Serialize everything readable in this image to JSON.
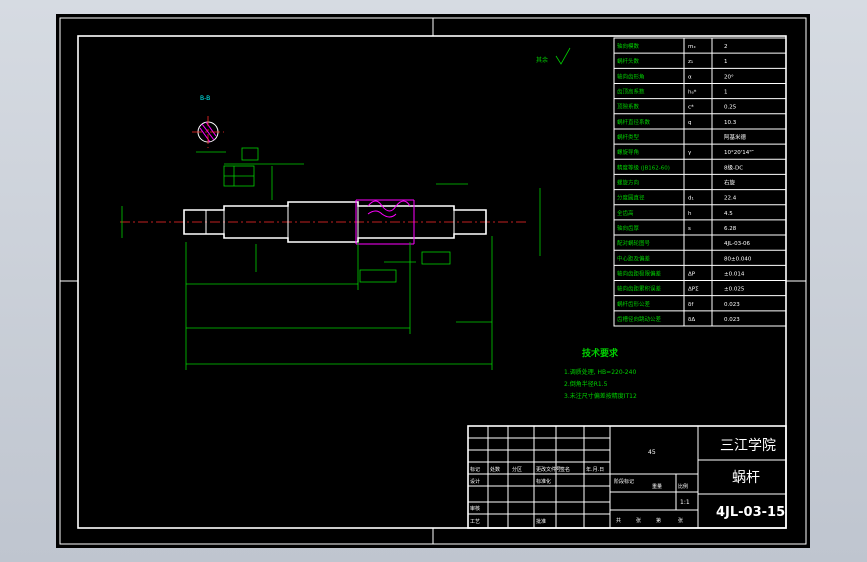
{
  "params": [
    {
      "label": "轴向模数",
      "sym": "mₓ",
      "val": "2"
    },
    {
      "label": "蜗杆头数",
      "sym": "z₁",
      "val": "1"
    },
    {
      "label": "轴向齿形角",
      "sym": "α",
      "val": "20°"
    },
    {
      "label": "齿顶高系数",
      "sym": "hₐ*",
      "val": "1"
    },
    {
      "label": "顶隙系数",
      "sym": "c*",
      "val": "0.25"
    },
    {
      "label": "蜗杆直径系数",
      "sym": "q",
      "val": "10.3"
    },
    {
      "label": "蜗杆类型",
      "sym": "",
      "val": "阿基米德"
    },
    {
      "label": "螺旋导角",
      "sym": "γ",
      "val": "10°20'14\"″"
    },
    {
      "label": "精度等级 (JB162-60)",
      "sym": "",
      "val": "8级-DC"
    },
    {
      "label": "螺旋方向",
      "sym": "",
      "val": "右旋"
    },
    {
      "label": "分度圆直径",
      "sym": "d₁",
      "val": "22.4"
    },
    {
      "label": "全齿高",
      "sym": "h",
      "val": "4.5"
    },
    {
      "label": "轴向齿厚",
      "sym": "s",
      "val": "6.28"
    },
    {
      "label": "配对蜗轮图号",
      "sym": "",
      "val": "4JL-03-06"
    },
    {
      "label": "中心距及偏差",
      "sym": "",
      "val": "80±0.040"
    },
    {
      "label": "轴向齿距极限偏差",
      "sym": "ΔP",
      "val": "±0.014"
    },
    {
      "label": "轴向齿距累积误差",
      "sym": "ΔPΣ",
      "val": "±0.025"
    },
    {
      "label": "蜗杆齿形公差",
      "sym": "δf",
      "val": "0.023"
    },
    {
      "label": "齿槽径向跳动公差",
      "sym": "δΔ",
      "val": "0.023"
    }
  ],
  "tech": {
    "heading": "技术要求",
    "items": [
      "1.调质处理, HB=220-240",
      "2.倒角半径R1.5",
      "3.未注尺寸偏差按精度IT12"
    ]
  },
  "section_label": "B-B",
  "roughness_label": "其余",
  "title_block": {
    "school": "三江学院",
    "part": "蜗杆",
    "drawing_no": "4JL-03-15",
    "material": "45",
    "scale": "1:1",
    "rev_headers": [
      "标记",
      "处数",
      "分区",
      "更改文件号",
      "签名",
      "年.月.日"
    ],
    "design_row": [
      "设计",
      "",
      "标准化",
      "",
      "",
      "阶段标记"
    ],
    "audit": "审核",
    "process": "工艺",
    "approve": "批准",
    "labels2": [
      "重量",
      "比例"
    ],
    "sheet": [
      "共",
      "张",
      "第",
      "张"
    ]
  }
}
